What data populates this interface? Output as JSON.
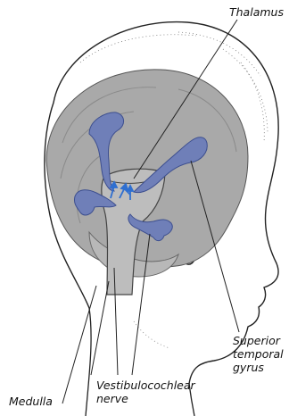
{
  "labels": {
    "thalamus": "Thalamus",
    "superior_temporal_gyrus": [
      "Superior",
      "temporal",
      "gyrus"
    ],
    "vestibulocochlear_nerve": [
      "Vestibulocochlear",
      "nerve"
    ],
    "medulla": "Medulla"
  },
  "colors": {
    "brain_fill": "#a9a9a9",
    "brain_outline": "#555555",
    "pathway_fill": "#6f7fb8",
    "pathway_outline": "#3d4f8f",
    "arrow_color": "#2f6fd0",
    "line_color": "#222222"
  }
}
